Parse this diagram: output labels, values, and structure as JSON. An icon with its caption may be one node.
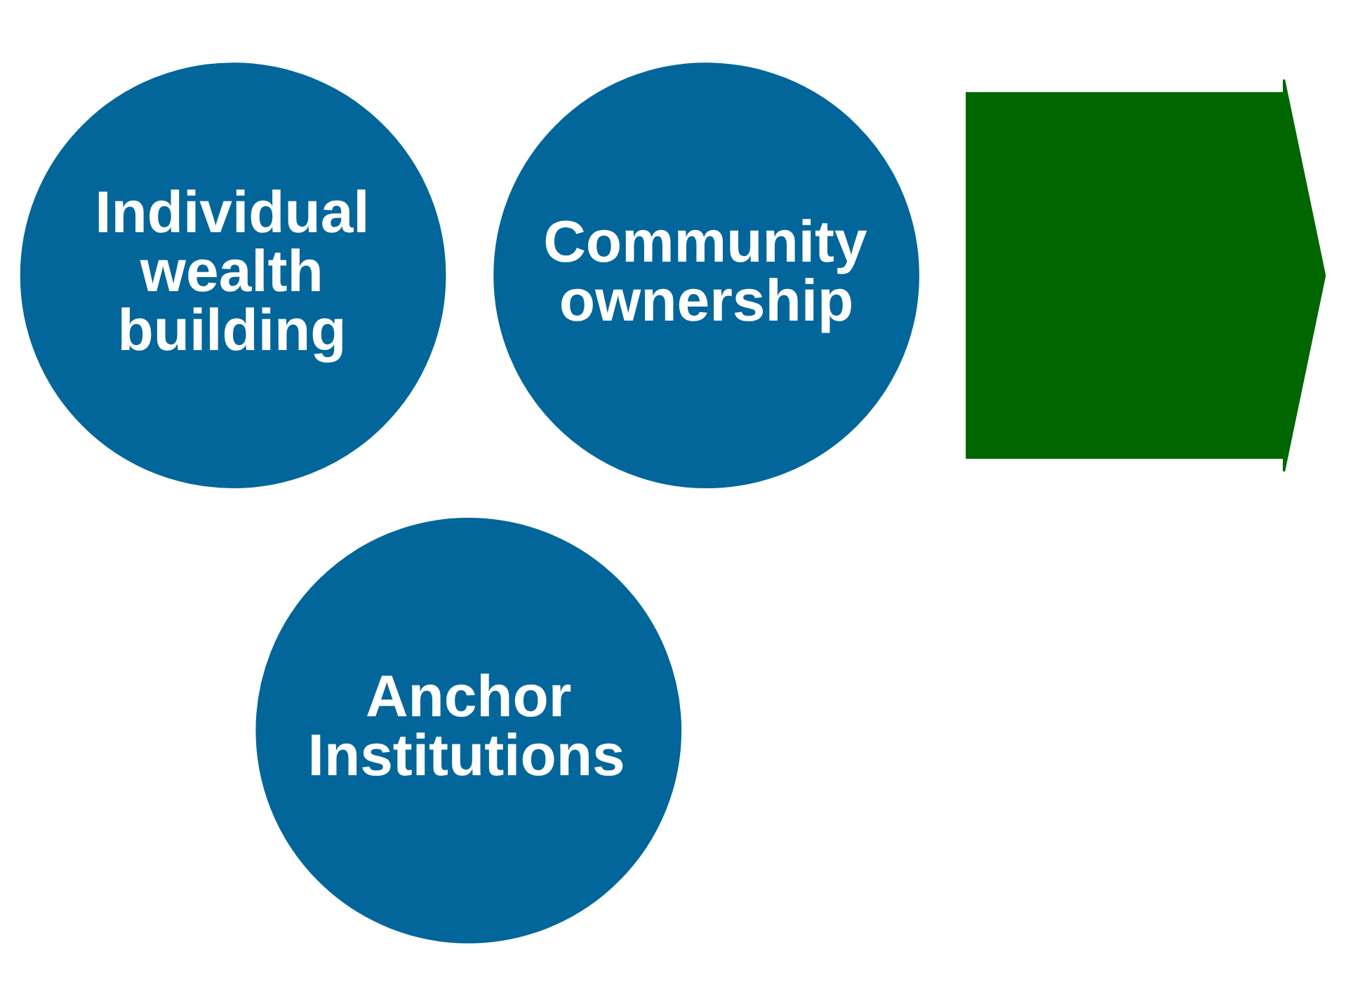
{
  "diagram": {
    "nodes": [
      {
        "text": [
          "Individual wealth building"
        ]
      },
      {
        "text": [
          "Community ownership"
        ]
      },
      {
        "text": [
          "Anchor Institutions"
        ]
      },
      {
        "text": [],
        "shape": "arrow"
      }
    ]
  }
}
